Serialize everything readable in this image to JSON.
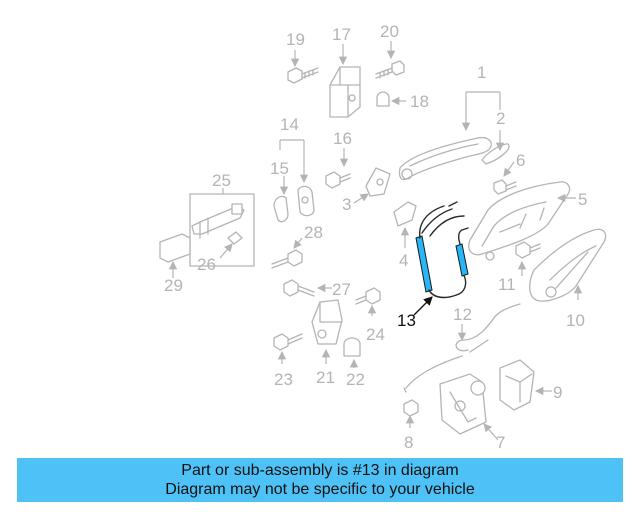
{
  "callouts": {
    "c1": "1",
    "c2": "2",
    "c3": "3",
    "c4": "4",
    "c5": "5",
    "c6": "6",
    "c7": "7",
    "c8": "8",
    "c9": "9",
    "c10": "10",
    "c11": "11",
    "c12": "12",
    "c13": "13",
    "c14": "14",
    "c15": "15",
    "c16": "16",
    "c17": "17",
    "c18": "18",
    "c19": "19",
    "c20": "20",
    "c21": "21",
    "c22": "22",
    "c23": "23",
    "c24": "24",
    "c25": "25",
    "c26": "26",
    "c27": "27",
    "c28": "28",
    "c29": "29"
  },
  "highlighted_part": "13",
  "colors": {
    "highlight": "#29b6f6",
    "banner": "#4ec2f7",
    "part_line": "#b4b4b4"
  },
  "banner": {
    "line1": "Part or sub-assembly is #13 in diagram",
    "line2": "Diagram may not be specific to your vehicle"
  }
}
